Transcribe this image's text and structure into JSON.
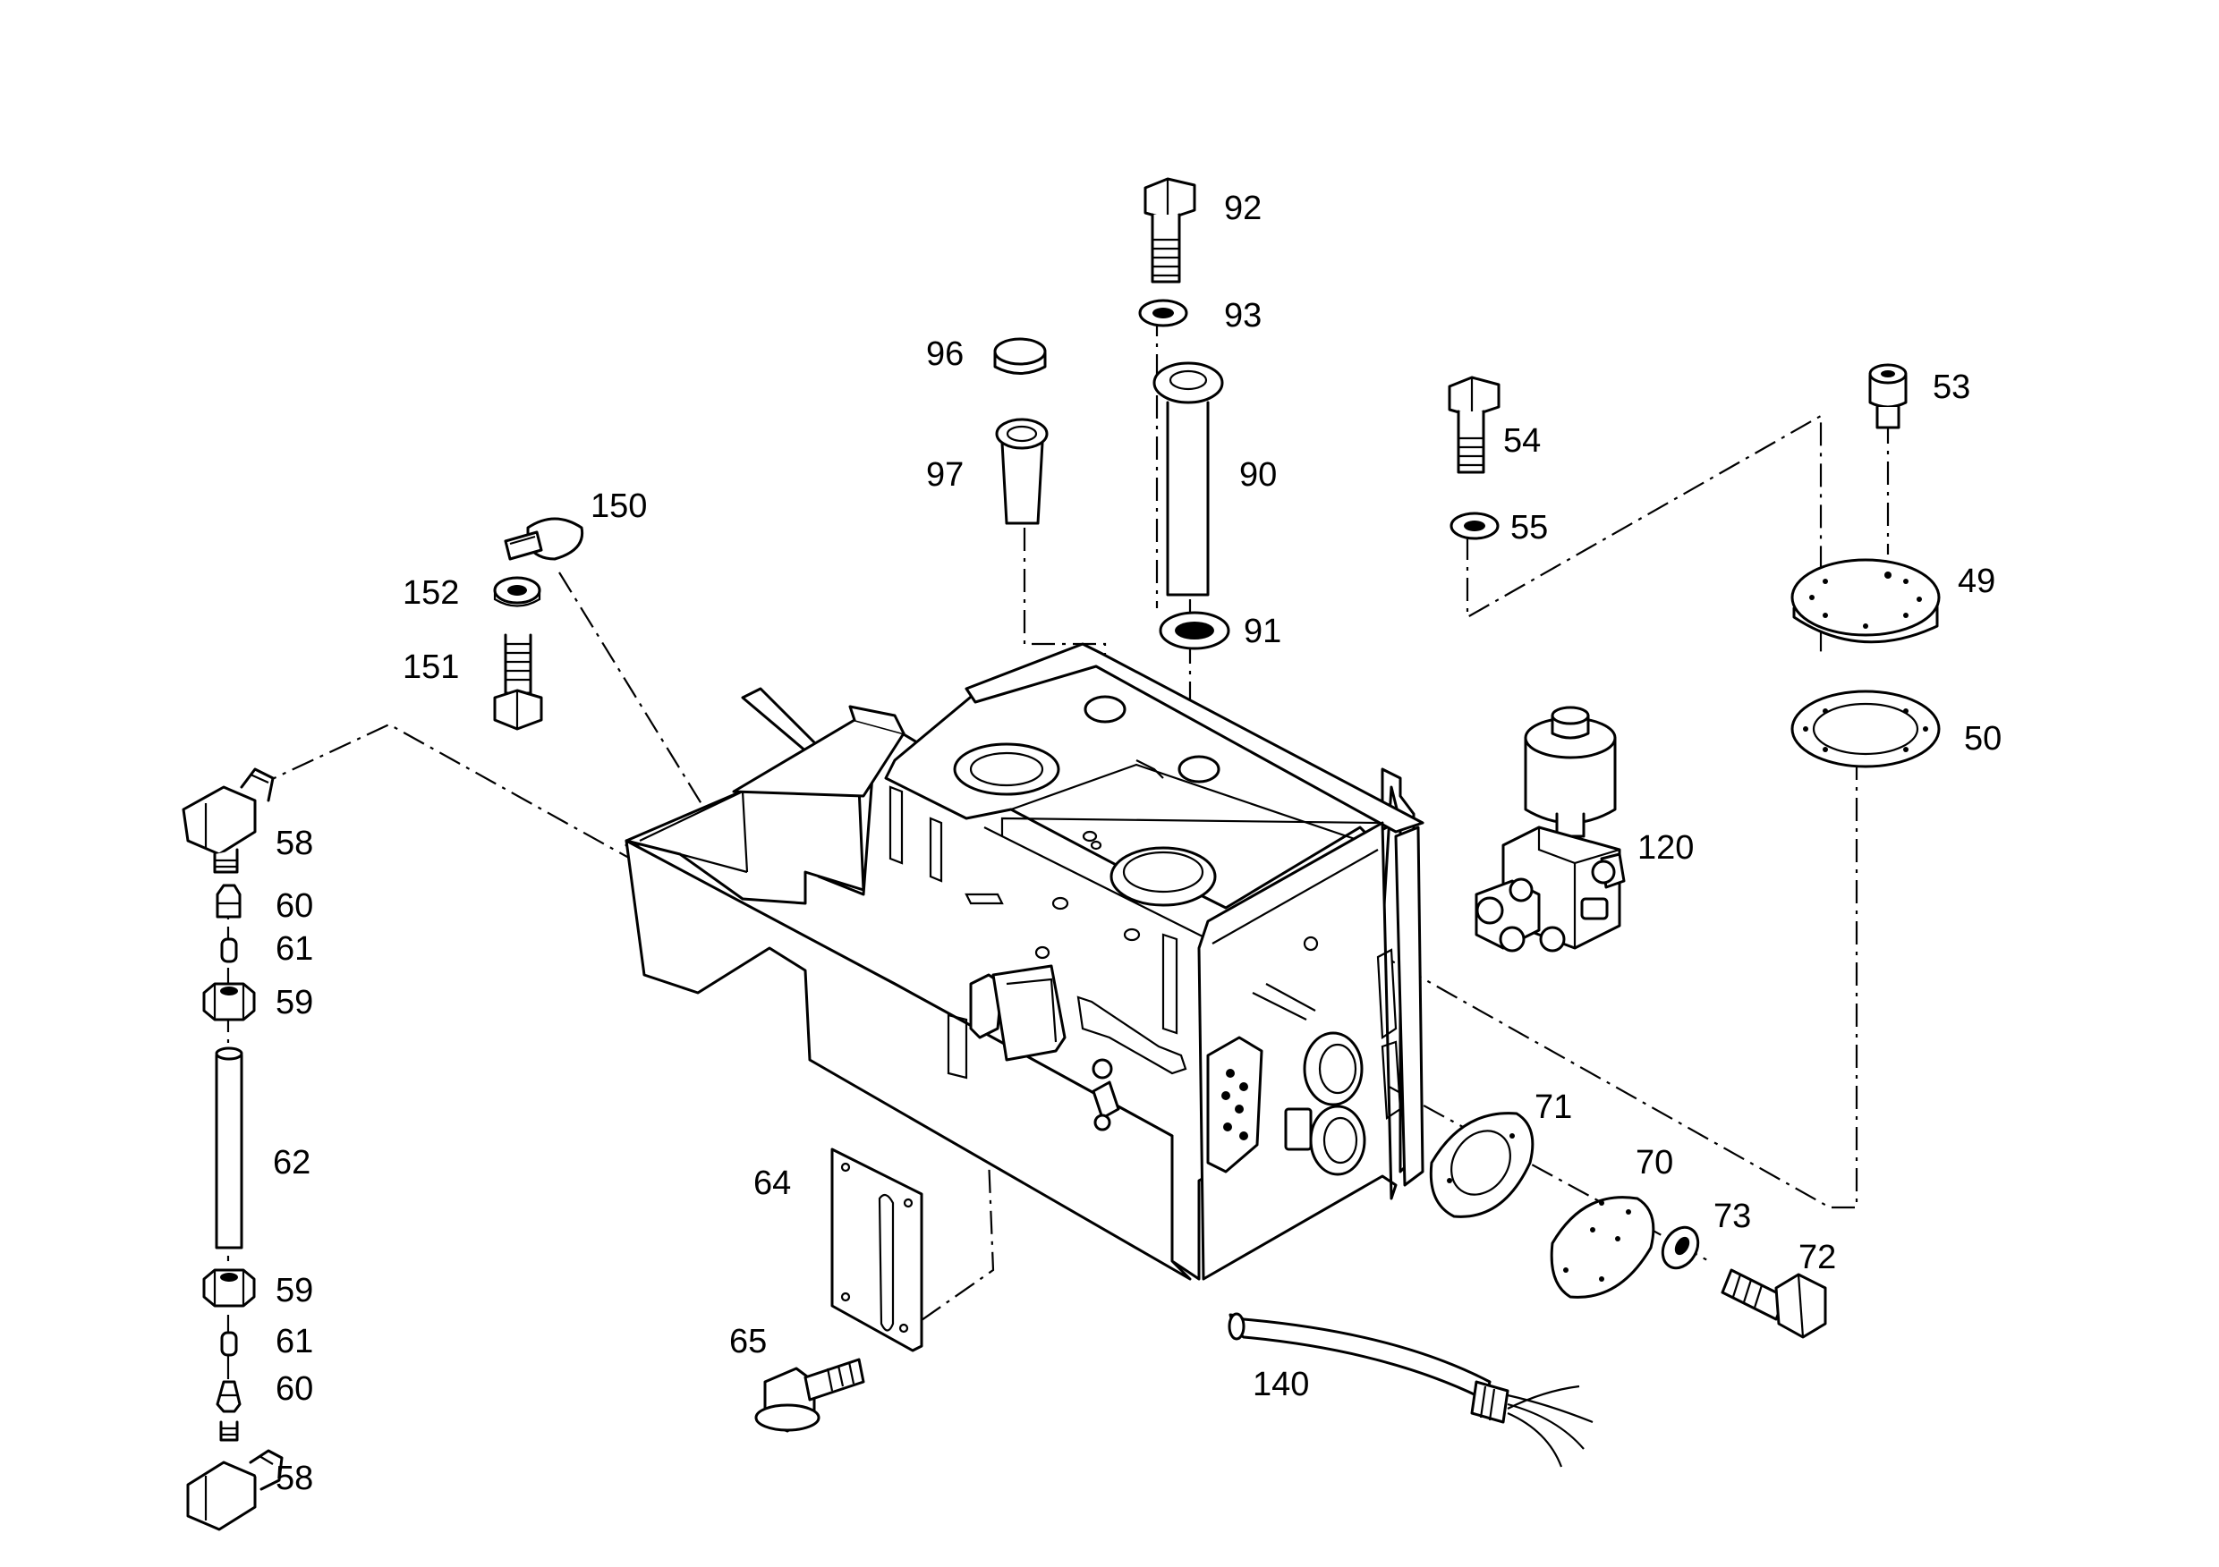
{
  "callouts": {
    "c92": "92",
    "c93": "93",
    "c96": "96",
    "c97": "97",
    "c90": "90",
    "c91": "91",
    "c53": "53",
    "c54": "54",
    "c55": "55",
    "c49": "49",
    "c50": "50",
    "c150": "150",
    "c152": "152",
    "c151": "151",
    "c120": "120",
    "c58a": "58",
    "c60a": "60",
    "c61a": "61",
    "c59a": "59",
    "c62": "62",
    "c59b": "59",
    "c61b": "61",
    "c60b": "60",
    "c58b": "58",
    "c64": "64",
    "c65": "65",
    "c71": "71",
    "c70": "70",
    "c73": "73",
    "c72": "72",
    "c140": "140"
  }
}
